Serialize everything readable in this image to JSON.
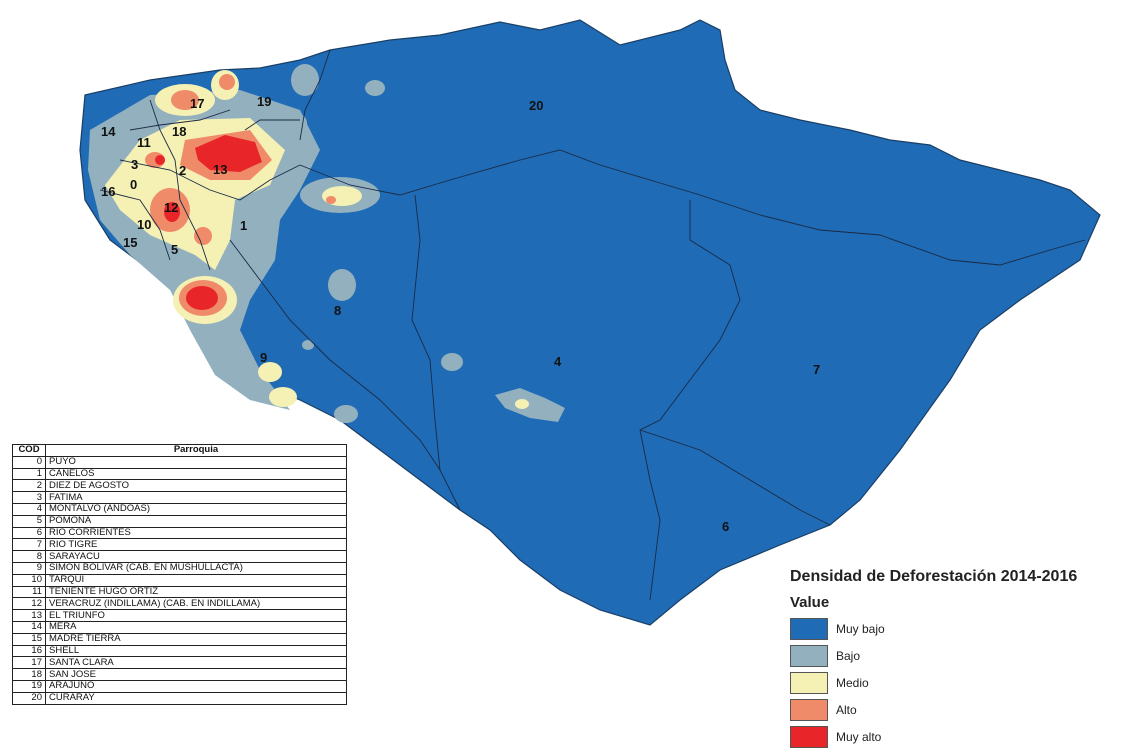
{
  "map": {
    "region_labels": [
      {
        "code": "0"
      },
      {
        "code": "1"
      },
      {
        "code": "2"
      },
      {
        "code": "3"
      },
      {
        "code": "4"
      },
      {
        "code": "5"
      },
      {
        "code": "6"
      },
      {
        "code": "7"
      },
      {
        "code": "8"
      },
      {
        "code": "9"
      },
      {
        "code": "10"
      },
      {
        "code": "11"
      },
      {
        "code": "12"
      },
      {
        "code": "13"
      },
      {
        "code": "14"
      },
      {
        "code": "15"
      },
      {
        "code": "16"
      },
      {
        "code": "17"
      },
      {
        "code": "18"
      },
      {
        "code": "19"
      },
      {
        "code": "20"
      }
    ]
  },
  "legend": {
    "title": "Densidad de Deforestación 2014-2016",
    "subtitle": "Value",
    "items": [
      {
        "label": "Muy bajo",
        "color": "#1f6bb5"
      },
      {
        "label": "Bajo",
        "color": "#93b0bf"
      },
      {
        "label": "Medio",
        "color": "#f5f0b3"
      },
      {
        "label": "Alto",
        "color": "#f08b6a"
      },
      {
        "label": "Muy alto",
        "color": "#e8262a"
      }
    ]
  },
  "table": {
    "headers": [
      "COD",
      "Parroquia"
    ],
    "rows": [
      {
        "cod": "0",
        "name": "PUYO"
      },
      {
        "cod": "1",
        "name": "CANELOS"
      },
      {
        "cod": "2",
        "name": "DIEZ DE AGOSTO"
      },
      {
        "cod": "3",
        "name": "FATIMA"
      },
      {
        "cod": "4",
        "name": "MONTALVO (ANDOAS)"
      },
      {
        "cod": "5",
        "name": "POMONA"
      },
      {
        "cod": "6",
        "name": "RIO CORRIENTES"
      },
      {
        "cod": "7",
        "name": "RIO TIGRE"
      },
      {
        "cod": "8",
        "name": "SARAYACU"
      },
      {
        "cod": "9",
        "name": "SIMON BOLIVAR (CAB. EN MUSHULLACTA)"
      },
      {
        "cod": "10",
        "name": "TARQUI"
      },
      {
        "cod": "11",
        "name": "TENIENTE HUGO ORTIZ"
      },
      {
        "cod": "12",
        "name": "VERACRUZ (INDILLAMA) (CAB. EN INDILLAMA)"
      },
      {
        "cod": "13",
        "name": "EL TRIUNFO"
      },
      {
        "cod": "14",
        "name": "MERA"
      },
      {
        "cod": "15",
        "name": "MADRE TIERRA"
      },
      {
        "cod": "16",
        "name": "SHELL"
      },
      {
        "cod": "17",
        "name": "SANTA CLARA"
      },
      {
        "cod": "18",
        "name": "SAN JOSE"
      },
      {
        "cod": "19",
        "name": "ARAJUNO"
      },
      {
        "cod": "20",
        "name": "CURARAY"
      }
    ]
  }
}
